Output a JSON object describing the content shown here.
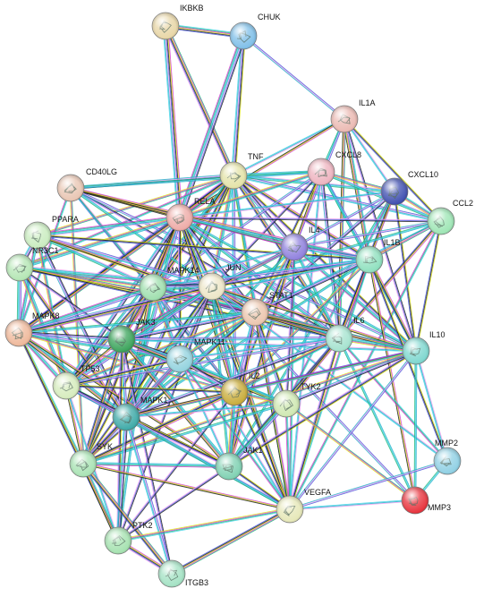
{
  "edge_palette": [
    "#3fd4e8",
    "#1db57a",
    "#d43bd4",
    "#d9e21a",
    "#1a1a1a",
    "#4a5ad8",
    "#f0a0f0",
    "#25b0c8"
  ],
  "nodes": [
    {
      "id": "IKBKB",
      "label": "IKBKB",
      "color": "#e8d6a6"
    },
    {
      "id": "CHUK",
      "label": "CHUK",
      "color": "#7fbfe8"
    },
    {
      "id": "IL1A",
      "label": "IL1A",
      "color": "#ebb9b2"
    },
    {
      "id": "TNF",
      "label": "TNF",
      "color": "#e4e3a8"
    },
    {
      "id": "CXCL8",
      "label": "CXCL8",
      "color": "#eeb3bf"
    },
    {
      "id": "CD40LG",
      "label": "CD40LG",
      "color": "#e9c6b3"
    },
    {
      "id": "RELA",
      "label": "RELA",
      "color": "#eeaba7"
    },
    {
      "id": "CXCL10",
      "label": "CXCL10",
      "color": "#3f4fb0"
    },
    {
      "id": "CCL2",
      "label": "CCL2",
      "color": "#9ee6b5"
    },
    {
      "id": "PPARA",
      "label": "PPARA",
      "color": "#c9ecbf"
    },
    {
      "id": "IL4",
      "label": "IL4",
      "color": "#8f80dd"
    },
    {
      "id": "IL1B",
      "label": "IL1B",
      "color": "#8ee0be"
    },
    {
      "id": "NR3C1",
      "label": "NR3C1",
      "color": "#b4e6b4"
    },
    {
      "id": "MAPK14",
      "label": "MAPK14",
      "color": "#9fdfae"
    },
    {
      "id": "JUN",
      "label": "JUN",
      "color": "#ede6c7"
    },
    {
      "id": "STAT1",
      "label": "STAT1",
      "color": "#ecc6ae"
    },
    {
      "id": "MAPK8",
      "label": "MAPK8",
      "color": "#efb89a"
    },
    {
      "id": "JAK3",
      "label": "JAK3",
      "color": "#3aa35a"
    },
    {
      "id": "IL6",
      "label": "IL6",
      "color": "#a5e3cf"
    },
    {
      "id": "IL10",
      "label": "IL10",
      "color": "#7ed7cf"
    },
    {
      "id": "MAPK11",
      "label": "MAPK11",
      "color": "#93d3df"
    },
    {
      "id": "TP53",
      "label": "TP53",
      "color": "#d6ecbd"
    },
    {
      "id": "IL2",
      "label": "IL2",
      "color": "#c9ac3a"
    },
    {
      "id": "TYK2",
      "label": "TYK2",
      "color": "#cfe8b2"
    },
    {
      "id": "MAPK1",
      "label": "MAPK1",
      "color": "#3da9a7"
    },
    {
      "id": "SYK",
      "label": "SYK",
      "color": "#a9e3b4"
    },
    {
      "id": "JAK1",
      "label": "JAK1",
      "color": "#7fd1b2"
    },
    {
      "id": "MMP2",
      "label": "MMP2",
      "color": "#8fd0e4"
    },
    {
      "id": "MMP3",
      "label": "MMP3",
      "color": "#e8323c"
    },
    {
      "id": "VEGFA",
      "label": "VEGFA",
      "color": "#e6e8b8"
    },
    {
      "id": "PTK2",
      "label": "PTK2",
      "color": "#a5e2b0"
    },
    {
      "id": "ITGB3",
      "label": "ITGB3",
      "color": "#a4e2c4"
    }
  ],
  "edges": [
    [
      "IKBKB",
      "CHUK",
      6
    ],
    [
      "IKBKB",
      "TNF",
      6
    ],
    [
      "IKBKB",
      "RELA",
      7
    ],
    [
      "CHUK",
      "TNF",
      6
    ],
    [
      "CHUK",
      "RELA",
      7
    ],
    [
      "CHUK",
      "IL1A",
      3
    ],
    [
      "IL1A",
      "TNF",
      3
    ],
    [
      "IL1A",
      "CXCL8",
      3
    ],
    [
      "IL1A",
      "IL1B",
      5
    ],
    [
      "IL1A",
      "IL6",
      4
    ],
    [
      "IL1A",
      "RELA",
      3
    ],
    [
      "IL1A",
      "CCL2",
      3
    ],
    [
      "IL1A",
      "IL10",
      3
    ],
    [
      "IL1A",
      "IL4",
      3
    ],
    [
      "IL1A",
      "CXCL10",
      3
    ],
    [
      "TNF",
      "CXCL8",
      4
    ],
    [
      "TNF",
      "RELA",
      7
    ],
    [
      "TNF",
      "IL6",
      5
    ],
    [
      "TNF",
      "IL1B",
      5
    ],
    [
      "TNF",
      "IL10",
      4
    ],
    [
      "TNF",
      "IL4",
      4
    ],
    [
      "TNF",
      "CCL2",
      4
    ],
    [
      "TNF",
      "CXCL10",
      4
    ],
    [
      "TNF",
      "JUN",
      5
    ],
    [
      "TNF",
      "STAT1",
      4
    ],
    [
      "TNF",
      "MAPK14",
      5
    ],
    [
      "TNF",
      "MAPK8",
      5
    ],
    [
      "TNF",
      "MAPK1",
      5
    ],
    [
      "TNF",
      "CD40LG",
      4
    ],
    [
      "TNF",
      "IL2",
      4
    ],
    [
      "TNF",
      "VEGFA",
      4
    ],
    [
      "TNF",
      "TP53",
      3
    ],
    [
      "TNF",
      "NR3C1",
      3
    ],
    [
      "TNF",
      "PPARA",
      3
    ],
    [
      "TNF",
      "JAK3",
      3
    ],
    [
      "TNF",
      "SYK",
      3
    ],
    [
      "CXCL8",
      "IL6",
      4
    ],
    [
      "CXCL8",
      "IL1B",
      4
    ],
    [
      "CXCL8",
      "CCL2",
      4
    ],
    [
      "CXCL8",
      "IL10",
      3
    ],
    [
      "CXCL8",
      "RELA",
      4
    ],
    [
      "CXCL8",
      "CXCL10",
      3
    ],
    [
      "CXCL8",
      "IL4",
      3
    ],
    [
      "CXCL8",
      "STAT1",
      3
    ],
    [
      "CXCL8",
      "JUN",
      3
    ],
    [
      "CXCL8",
      "MAPK14",
      3
    ],
    [
      "CXCL8",
      "VEGFA",
      3
    ],
    [
      "CXCL8",
      "CD40LG",
      3
    ],
    [
      "CXCL10",
      "CCL2",
      4
    ],
    [
      "CXCL10",
      "IL1B",
      3
    ],
    [
      "CXCL10",
      "IL6",
      4
    ],
    [
      "CXCL10",
      "IL10",
      3
    ],
    [
      "CXCL10",
      "STAT1",
      4
    ],
    [
      "CXCL10",
      "IL4",
      3
    ],
    [
      "CXCL10",
      "RELA",
      3
    ],
    [
      "CXCL10",
      "JAK1",
      3
    ],
    [
      "CXCL10",
      "TYK2",
      3
    ],
    [
      "CCL2",
      "IL1B",
      4
    ],
    [
      "CCL2",
      "IL6",
      4
    ],
    [
      "CCL2",
      "IL10",
      3
    ],
    [
      "CCL2",
      "RELA",
      3
    ],
    [
      "CCL2",
      "IL4",
      3
    ],
    [
      "CCL2",
      "STAT1",
      3
    ],
    [
      "CCL2",
      "JUN",
      3
    ],
    [
      "CCL2",
      "VEGFA",
      3
    ],
    [
      "CD40LG",
      "RELA",
      4
    ],
    [
      "CD40LG",
      "IL4",
      3
    ],
    [
      "CD40LG",
      "IL2",
      3
    ],
    [
      "CD40LG",
      "IL6",
      3
    ],
    [
      "CD40LG",
      "IL10",
      3
    ],
    [
      "CD40LG",
      "MAPK14",
      3
    ],
    [
      "CD40LG",
      "JUN",
      3
    ],
    [
      "CD40LG",
      "MAPK8",
      3
    ],
    [
      "CD40LG",
      "SYK",
      3
    ],
    [
      "CD40LG",
      "IL1B",
      3
    ],
    [
      "RELA",
      "JUN",
      6
    ],
    [
      "RELA",
      "STAT1",
      5
    ],
    [
      "RELA",
      "IL6",
      5
    ],
    [
      "RELA",
      "IL1B",
      5
    ],
    [
      "RELA",
      "IL10",
      3
    ],
    [
      "RELA",
      "MAPK14",
      5
    ],
    [
      "RELA",
      "MAPK8",
      5
    ],
    [
      "RELA",
      "JAK3",
      4
    ],
    [
      "RELA",
      "MAPK11",
      4
    ],
    [
      "RELA",
      "TP53",
      5
    ],
    [
      "RELA",
      "MAPK1",
      5
    ],
    [
      "RELA",
      "PPARA",
      5
    ],
    [
      "RELA",
      "NR3C1",
      5
    ],
    [
      "RELA",
      "IL4",
      3
    ],
    [
      "RELA",
      "IL2",
      4
    ],
    [
      "RELA",
      "SYK",
      3
    ],
    [
      "RELA",
      "VEGFA",
      3
    ],
    [
      "PPARA",
      "NR3C1",
      5
    ],
    [
      "PPARA",
      "JUN",
      4
    ],
    [
      "PPARA",
      "MAPK14",
      4
    ],
    [
      "PPARA",
      "MAPK8",
      4
    ],
    [
      "PPARA",
      "TP53",
      4
    ],
    [
      "PPARA",
      "STAT1",
      3
    ],
    [
      "PPARA",
      "IL6",
      3
    ],
    [
      "PPARA",
      "IL1B",
      3
    ],
    [
      "PPARA",
      "MAPK1",
      4
    ],
    [
      "NR3C1",
      "MAPK8",
      5
    ],
    [
      "NR3C1",
      "JUN",
      5
    ],
    [
      "NR3C1",
      "TP53",
      5
    ],
    [
      "NR3C1",
      "MAPK14",
      4
    ],
    [
      "NR3C1",
      "STAT1",
      4
    ],
    [
      "NR3C1",
      "MAPK1",
      4
    ],
    [
      "NR3C1",
      "IL6",
      3
    ],
    [
      "NR3C1",
      "JAK3",
      3
    ],
    [
      "IL4",
      "IL1B",
      4
    ],
    [
      "IL4",
      "IL6",
      4
    ],
    [
      "IL4",
      "IL10",
      4
    ],
    [
      "IL4",
      "STAT1",
      4
    ],
    [
      "IL4",
      "JAK3",
      4
    ],
    [
      "IL4",
      "JAK1",
      4
    ],
    [
      "IL4",
      "IL2",
      4
    ],
    [
      "IL4",
      "TYK2",
      3
    ],
    [
      "IL4",
      "JUN",
      3
    ],
    [
      "IL4",
      "MAPK14",
      3
    ],
    [
      "IL4",
      "SYK",
      3
    ],
    [
      "IL4",
      "VEGFA",
      3
    ],
    [
      "IL1B",
      "IL6",
      5
    ],
    [
      "IL1B",
      "IL10",
      4
    ],
    [
      "IL1B",
      "JUN",
      4
    ],
    [
      "IL1B",
      "STAT1",
      4
    ],
    [
      "IL1B",
      "MAPK14",
      4
    ],
    [
      "IL1B",
      "MAPK8",
      3
    ],
    [
      "IL1B",
      "MAPK1",
      3
    ],
    [
      "IL1B",
      "VEGFA",
      3
    ],
    [
      "IL1B",
      "IL2",
      3
    ],
    [
      "IL1B",
      "MMP3",
      3
    ],
    [
      "IL1B",
      "MMP2",
      3
    ],
    [
      "MAPK14",
      "JUN",
      6
    ],
    [
      "MAPK14",
      "MAPK8",
      6
    ],
    [
      "MAPK14",
      "MAPK11",
      6
    ],
    [
      "MAPK14",
      "MAPK1",
      6
    ],
    [
      "MAPK14",
      "STAT1",
      5
    ],
    [
      "MAPK14",
      "TP53",
      5
    ],
    [
      "MAPK14",
      "JAK3",
      4
    ],
    [
      "MAPK14",
      "SYK",
      4
    ],
    [
      "MAPK14",
      "IL6",
      4
    ],
    [
      "MAPK14",
      "IL2",
      3
    ],
    [
      "MAPK14",
      "VEGFA",
      3
    ],
    [
      "MAPK14",
      "PTK2",
      3
    ],
    [
      "MAPK14",
      "IL10",
      3
    ],
    [
      "JUN",
      "STAT1",
      5
    ],
    [
      "JUN",
      "MAPK8",
      6
    ],
    [
      "JUN",
      "MAPK11",
      5
    ],
    [
      "JUN",
      "MAPK1",
      6
    ],
    [
      "JUN",
      "TP53",
      6
    ],
    [
      "JUN",
      "IL6",
      5
    ],
    [
      "JUN",
      "IL2",
      4
    ],
    [
      "JUN",
      "JAK3",
      3
    ],
    [
      "JUN",
      "VEGFA",
      4
    ],
    [
      "JUN",
      "IL10",
      3
    ],
    [
      "JUN",
      "SYK",
      3
    ],
    [
      "JUN",
      "PTK2",
      3
    ],
    [
      "JUN",
      "MMP3",
      3
    ],
    [
      "JUN",
      "MMP2",
      3
    ],
    [
      "JUN",
      "JAK1",
      3
    ],
    [
      "STAT1",
      "IL6",
      5
    ],
    [
      "STAT1",
      "IL10",
      4
    ],
    [
      "STAT1",
      "JAK1",
      5
    ],
    [
      "STAT1",
      "TYK2",
      5
    ],
    [
      "STAT1",
      "JAK3",
      5
    ],
    [
      "STAT1",
      "IL2",
      4
    ],
    [
      "STAT1",
      "MAPK1",
      4
    ],
    [
      "STAT1",
      "MAPK8",
      3
    ],
    [
      "STAT1",
      "TP53",
      4
    ],
    [
      "STAT1",
      "MAPK11",
      3
    ],
    [
      "STAT1",
      "VEGFA",
      3
    ],
    [
      "STAT1",
      "SYK",
      3
    ],
    [
      "MAPK8",
      "JAK3",
      4
    ],
    [
      "MAPK8",
      "MAPK11",
      5
    ],
    [
      "MAPK8",
      "TP53",
      5
    ],
    [
      "MAPK8",
      "MAPK1",
      6
    ],
    [
      "MAPK8",
      "SYK",
      4
    ],
    [
      "MAPK8",
      "IL2",
      3
    ],
    [
      "MAPK8",
      "JAK1",
      3
    ],
    [
      "MAPK8",
      "PTK2",
      3
    ],
    [
      "JAK3",
      "MAPK11",
      4
    ],
    [
      "JAK3",
      "MAPK1",
      4
    ],
    [
      "JAK3",
      "IL2",
      5
    ],
    [
      "JAK3",
      "JAK1",
      6
    ],
    [
      "JAK3",
      "TYK2",
      5
    ],
    [
      "JAK3",
      "SYK",
      5
    ],
    [
      "JAK3",
      "TP53",
      3
    ],
    [
      "JAK3",
      "PTK2",
      4
    ],
    [
      "JAK3",
      "ITGB3",
      3
    ],
    [
      "JAK3",
      "IL6",
      4
    ],
    [
      "JAK3",
      "IL10",
      3
    ],
    [
      "IL6",
      "IL10",
      5
    ],
    [
      "IL6",
      "IL2",
      4
    ],
    [
      "IL6",
      "JAK1",
      5
    ],
    [
      "IL6",
      "TYK2",
      4
    ],
    [
      "IL6",
      "VEGFA",
      4
    ],
    [
      "IL6",
      "MAPK1",
      4
    ],
    [
      "IL6",
      "TP53",
      3
    ],
    [
      "IL6",
      "MAPK11",
      3
    ],
    [
      "IL6",
      "MMP3",
      3
    ],
    [
      "IL6",
      "MMP2",
      3
    ],
    [
      "IL6",
      "SYK",
      3
    ],
    [
      "IL10",
      "IL2",
      4
    ],
    [
      "IL10",
      "JAK1",
      4
    ],
    [
      "IL10",
      "TYK2",
      4
    ],
    [
      "IL10",
      "VEGFA",
      3
    ],
    [
      "IL10",
      "MMP2",
      3
    ],
    [
      "IL10",
      "MMP3",
      3
    ],
    [
      "IL10",
      "MAPK1",
      3
    ],
    [
      "IL10",
      "SYK",
      3
    ],
    [
      "MAPK11",
      "MAPK1",
      5
    ],
    [
      "MAPK11",
      "TP53",
      4
    ],
    [
      "MAPK11",
      "IL2",
      3
    ],
    [
      "MAPK11",
      "SYK",
      3
    ],
    [
      "MAPK11",
      "JAK1",
      3
    ],
    [
      "MAPK11",
      "TYK2",
      3
    ],
    [
      "MAPK11",
      "VEGFA",
      3
    ],
    [
      "TP53",
      "MAPK1",
      5
    ],
    [
      "TP53",
      "SYK",
      3
    ],
    [
      "TP53",
      "IL2",
      3
    ],
    [
      "TP53",
      "JAK1",
      3
    ],
    [
      "TP53",
      "VEGFA",
      3
    ],
    [
      "TP53",
      "PTK2",
      3
    ],
    [
      "IL2",
      "JAK1",
      5
    ],
    [
      "IL2",
      "TYK2",
      4
    ],
    [
      "IL2",
      "MAPK1",
      4
    ],
    [
      "IL2",
      "SYK",
      4
    ],
    [
      "IL2",
      "VEGFA",
      3
    ],
    [
      "IL2",
      "PTK2",
      3
    ],
    [
      "TYK2",
      "JAK1",
      5
    ],
    [
      "TYK2",
      "MAPK1",
      3
    ],
    [
      "TYK2",
      "SYK",
      3
    ],
    [
      "TYK2",
      "VEGFA",
      3
    ],
    [
      "TYK2",
      "MMP3",
      3
    ],
    [
      "MAPK1",
      "SYK",
      5
    ],
    [
      "MAPK1",
      "JAK1",
      4
    ],
    [
      "MAPK1",
      "PTK2",
      5
    ],
    [
      "MAPK1",
      "ITGB3",
      4
    ],
    [
      "MAPK1",
      "VEGFA",
      4
    ],
    [
      "SYK",
      "JAK1",
      4
    ],
    [
      "SYK",
      "PTK2",
      5
    ],
    [
      "SYK",
      "ITGB3",
      5
    ],
    [
      "SYK",
      "VEGFA",
      3
    ],
    [
      "JAK1",
      "VEGFA",
      3
    ],
    [
      "JAK1",
      "PTK2",
      3
    ],
    [
      "MMP2",
      "VEGFA",
      3
    ],
    [
      "MMP3",
      "VEGFA",
      3
    ],
    [
      "MMP2",
      "MMP3",
      3
    ],
    [
      "VEGFA",
      "PTK2",
      4
    ],
    [
      "VEGFA",
      "ITGB3",
      5
    ],
    [
      "PTK2",
      "ITGB3",
      5
    ]
  ]
}
